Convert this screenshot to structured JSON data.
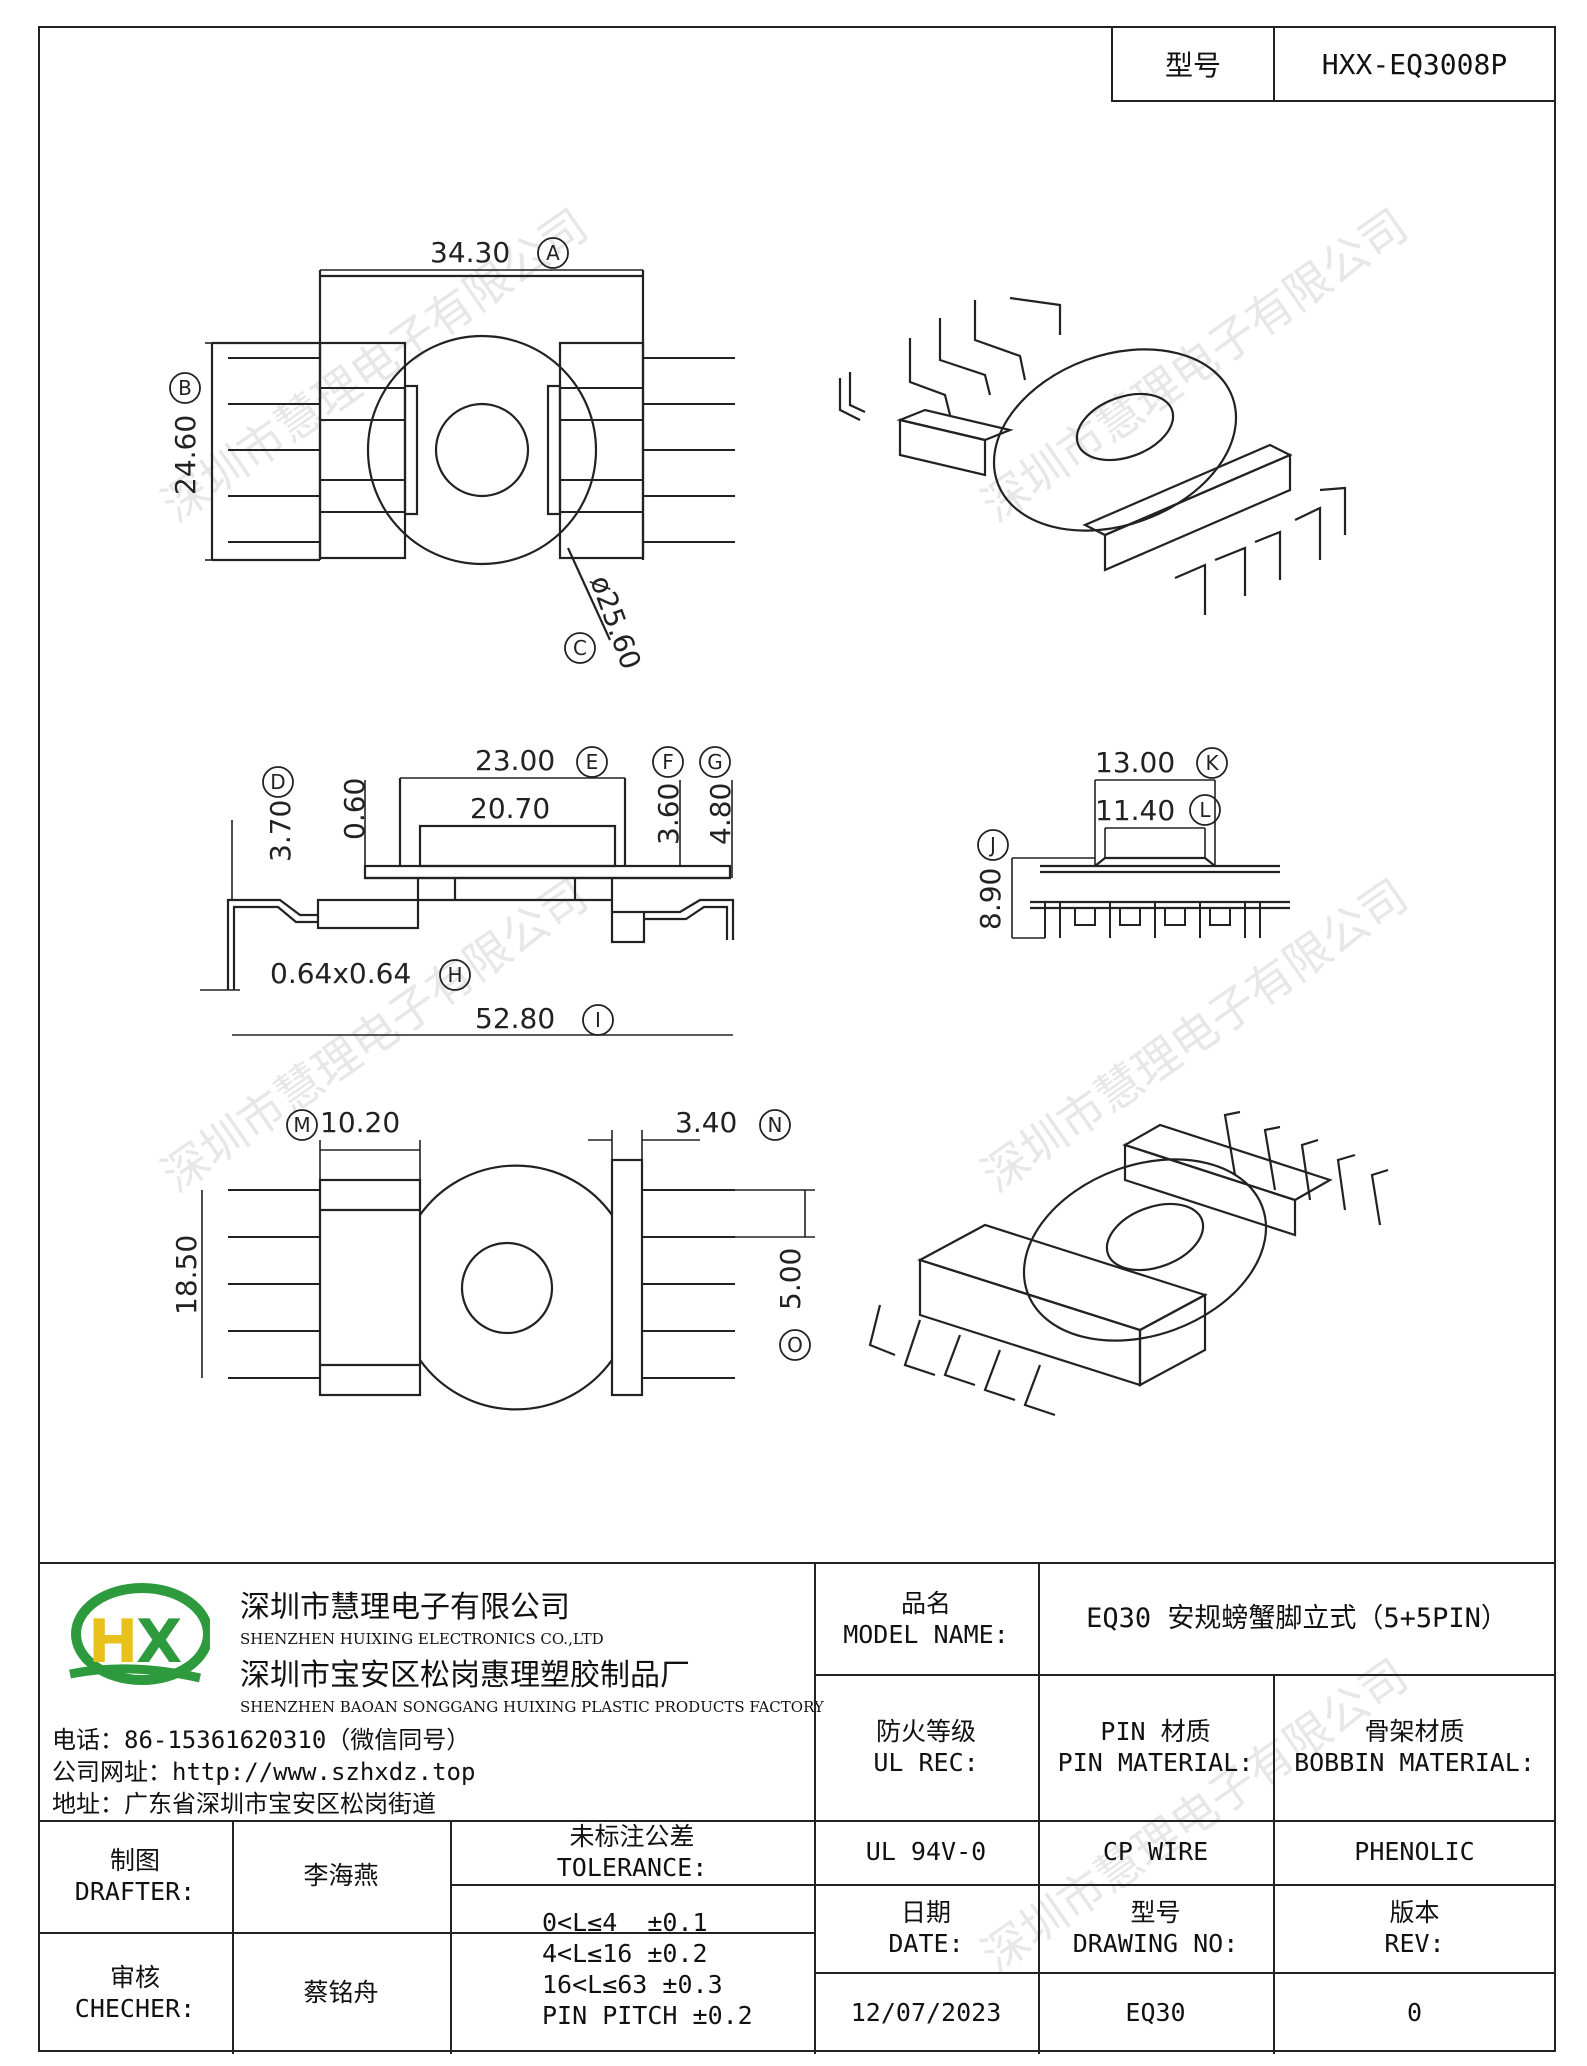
{
  "header": {
    "model_label": "型号",
    "model_value": "HXX-EQ3008P"
  },
  "dimensions": {
    "a": "34.30",
    "a_tag": "A",
    "b": "24.60",
    "b_tag": "B",
    "c": "ø25.60",
    "c_tag": "C",
    "d": "3.70",
    "d_tag": "D",
    "e": "23.00",
    "e_tag": "E",
    "e2": "20.70",
    "e3": "0.60",
    "f": "3.60",
    "f_tag": "F",
    "g": "4.80",
    "g_tag": "G",
    "h": "0.64x0.64",
    "h_tag": "H",
    "i": "52.80",
    "i_tag": "I",
    "j": "8.90",
    "j_tag": "J",
    "k": "13.00",
    "k_tag": "K",
    "l": "11.40",
    "l_tag": "L",
    "m": "10.20",
    "m_tag": "M",
    "n": "3.40",
    "n_tag": "N",
    "o": "5.00",
    "o_tag": "O",
    "p": "18.50"
  },
  "watermark": "深圳市慧理电子有限公司",
  "company": {
    "logo_text": "HX",
    "name_cn": "深圳市慧理电子有限公司",
    "name_en": "SHENZHEN HUIXING ELECTRONICS CO.,LTD",
    "factory_cn": "深圳市宝安区松岗惠理塑胶制品厂",
    "factory_en": "SHENZHEN BAOAN SONGGANG HUIXING PLASTIC PRODUCTS FACTORY",
    "phone": "电话：86-15361620310（微信同号）",
    "website": "公司网址：http://www.szhxdz.top",
    "address": "地址：广东省深圳市宝安区松岗街道"
  },
  "title_block": {
    "model_name_cn": "品名",
    "model_name_en": "MODEL NAME:",
    "model_name_value": "EQ30 安规螃蟹脚立式（5+5PIN）",
    "ul_cn": "防火等级",
    "ul_en": "UL REC:",
    "pin_cn": "PIN 材质",
    "pin_en": "PIN MATERIAL:",
    "bobbin_cn": "骨架材质",
    "bobbin_en": "BOBBIN MATERIAL:",
    "ul_value": "UL 94V-0",
    "pin_value": "CP WIRE",
    "bobbin_value": "PHENOLIC",
    "drafter_cn": "制图",
    "drafter_en": "DRAFTER:",
    "drafter_value": "李海燕",
    "checker_cn": "审核",
    "checker_en": "CHECHER:",
    "checker_value": "蔡铭舟",
    "tol_cn": "未标注公差",
    "tol_en": "TOLERANCE:",
    "tol_rows": [
      "0<L≤4  ±0.1",
      "4<L≤16 ±0.2",
      "16<L≤63 ±0.3",
      "PIN PITCH ±0.2"
    ],
    "date_cn": "日期",
    "date_en": "DATE:",
    "date_value": "12/07/2023",
    "drawing_cn": "型号",
    "drawing_en": "DRAWING NO:",
    "drawing_value": "EQ30",
    "rev_cn": "版本",
    "rev_en": "REV:",
    "rev_value": "0"
  }
}
